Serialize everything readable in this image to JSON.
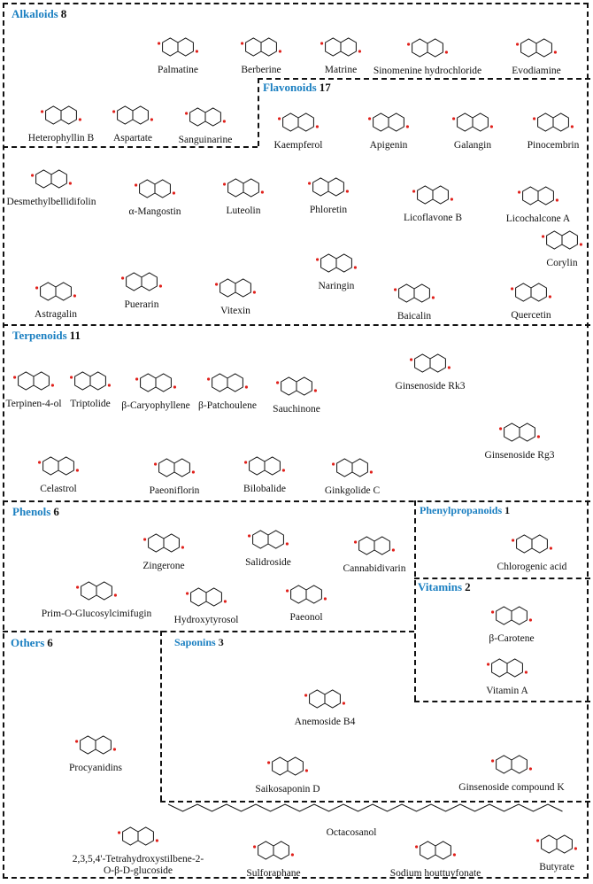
{
  "groups": {
    "alkaloids": {
      "name": "Alkaloids",
      "count": "8",
      "compounds": [
        "Palmatine",
        "Berberine",
        "Matrine",
        "Sinomenine hydrochloride",
        "Evodiamine",
        "Heterophyllin B",
        "Aspartate",
        "Sanguinarine"
      ]
    },
    "flavonoids": {
      "name": "Flavonoids",
      "count": "17",
      "compounds": [
        "Kaempferol",
        "Apigenin",
        "Galangin",
        "Pinocembrin",
        "Desmethylbellidifolin",
        "α-Mangostin",
        "Luteolin",
        "Phloretin",
        "Licoflavone B",
        "Licochalcone A",
        "Corylin",
        "Naringin",
        "Astragalin",
        "Puerarin",
        "Vitexin",
        "Baicalin",
        "Quercetin"
      ]
    },
    "terpenoids": {
      "name": "Terpenoids",
      "count": "11",
      "compounds": [
        "Terpinen-4-ol",
        "Triptolide",
        "β-Caryophyllene",
        "β-Patchoulene",
        "Sauchinone",
        "Ginsenoside Rk3",
        "Celastrol",
        "Paeoniflorin",
        "Bilobalide",
        "Ginkgolide C",
        "Ginsenoside Rg3"
      ]
    },
    "phenols": {
      "name": "Phenols",
      "count": "6",
      "compounds": [
        "Zingerone",
        "Salidroside",
        "Cannabidivarin",
        "Prim-O-Glucosylcimifugin",
        "Hydroxytyrosol",
        "Paeonol"
      ]
    },
    "phenylpropanoids": {
      "name": "Phenylpropanoids",
      "count": "1",
      "compounds": [
        "Chlorogenic acid"
      ]
    },
    "vitamins": {
      "name": "Vitamins",
      "count": "2",
      "compounds": [
        "β-Carotene",
        "Vitamin A"
      ]
    },
    "others": {
      "name": "Others",
      "count": "6",
      "compounds": [
        "Procyanidins",
        "2,3,5,4'-Tetrahydroxystilbene-2-",
        "O-β-D-glucoside",
        "Octacosanol",
        "Sulforaphane",
        "Sodium houttuyfonate",
        "Butyrate"
      ]
    },
    "saponins": {
      "name": "Saponins",
      "count": "3",
      "compounds": [
        "Anemoside B4",
        "Saikosaponin D",
        "Ginsenoside compound K"
      ]
    }
  },
  "colors": {
    "group_title": "#1a7fc1",
    "oxygen_atoms": "#e0201b",
    "nitrogen_atoms": "#2233cc",
    "bonds": "#111111"
  }
}
